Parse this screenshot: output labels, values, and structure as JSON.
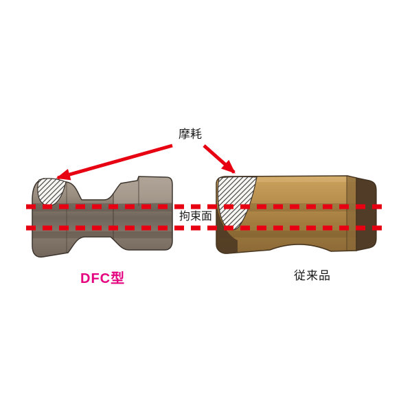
{
  "diagram": {
    "wear_label": "摩耗",
    "constraint_surface_label": "拘束面",
    "left_insert_caption": "DFC型",
    "right_insert_caption": "従来品"
  },
  "colors": {
    "arrow_red": "#e60012",
    "constraint_line_red": "#e60012",
    "dfc_caption_magenta": "#e4007f",
    "label_text": "#1a1a1a",
    "dfc_insert_body": "#8d8075",
    "conventional_insert_body": "#b08a4a",
    "conventional_end_face": "#513d27"
  }
}
